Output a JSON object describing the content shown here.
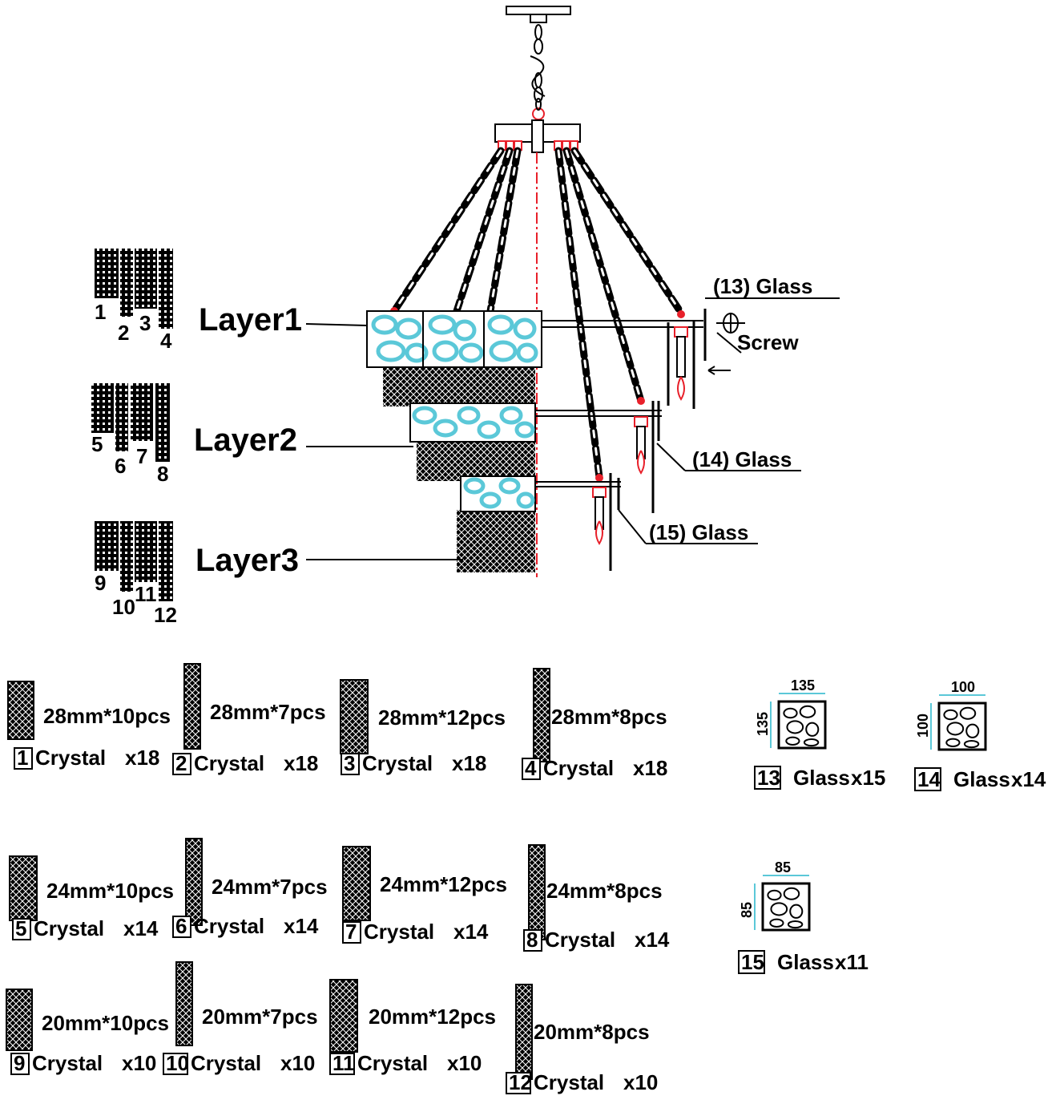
{
  "layers": [
    {
      "label": "Layer1",
      "numbers": [
        "1",
        "2",
        "3",
        "4"
      ]
    },
    {
      "label": "Layer2",
      "numbers": [
        "5",
        "6",
        "7",
        "8"
      ]
    },
    {
      "label": "Layer3",
      "numbers": [
        "9",
        "10",
        "11",
        "12"
      ]
    }
  ],
  "callouts": {
    "glass13": "(13) Glass",
    "screw": "Screw",
    "glass14": "(14) Glass",
    "glass15": "(15) Glass"
  },
  "parts": [
    {
      "id": "1",
      "size": "28mm*10pcs",
      "name": "Crystal",
      "qty": "x18"
    },
    {
      "id": "2",
      "size": "28mm*7pcs",
      "name": "Crystal",
      "qty": "x18"
    },
    {
      "id": "3",
      "size": "28mm*12pcs",
      "name": "Crystal",
      "qty": "x18"
    },
    {
      "id": "4",
      "size": "28mm*8pcs",
      "name": "Crystal",
      "qty": "x18"
    },
    {
      "id": "5",
      "size": "24mm*10pcs",
      "name": "Crystal",
      "qty": "x14"
    },
    {
      "id": "6",
      "size": "24mm*7pcs",
      "name": "Crystal",
      "qty": "x14"
    },
    {
      "id": "7",
      "size": "24mm*12pcs",
      "name": "Crystal",
      "qty": "x14"
    },
    {
      "id": "8",
      "size": "24mm*8pcs",
      "name": "Crystal",
      "qty": "x14"
    },
    {
      "id": "9",
      "size": "20mm*10pcs",
      "name": "Crystal",
      "qty": "x10"
    },
    {
      "id": "10",
      "size": "20mm*7pcs",
      "name": "Crystal",
      "qty": "x10"
    },
    {
      "id": "11",
      "size": "20mm*12pcs",
      "name": "Crystal",
      "qty": "x10"
    },
    {
      "id": "12",
      "size": "20mm*8pcs",
      "name": "Crystal",
      "qty": "x10"
    }
  ],
  "glass": [
    {
      "id": "13",
      "name": "Glass",
      "qty": "x15",
      "width": "135",
      "height": "135"
    },
    {
      "id": "14",
      "name": "Glass",
      "qty": "x14",
      "width": "100",
      "height": "100"
    },
    {
      "id": "15",
      "name": "Glass",
      "qty": "x11",
      "width": "85",
      "height": "85"
    }
  ],
  "colors": {
    "line": "#000000",
    "glass": "#5bc8d8",
    "accent": "#e8202a",
    "chain": "#000000"
  }
}
